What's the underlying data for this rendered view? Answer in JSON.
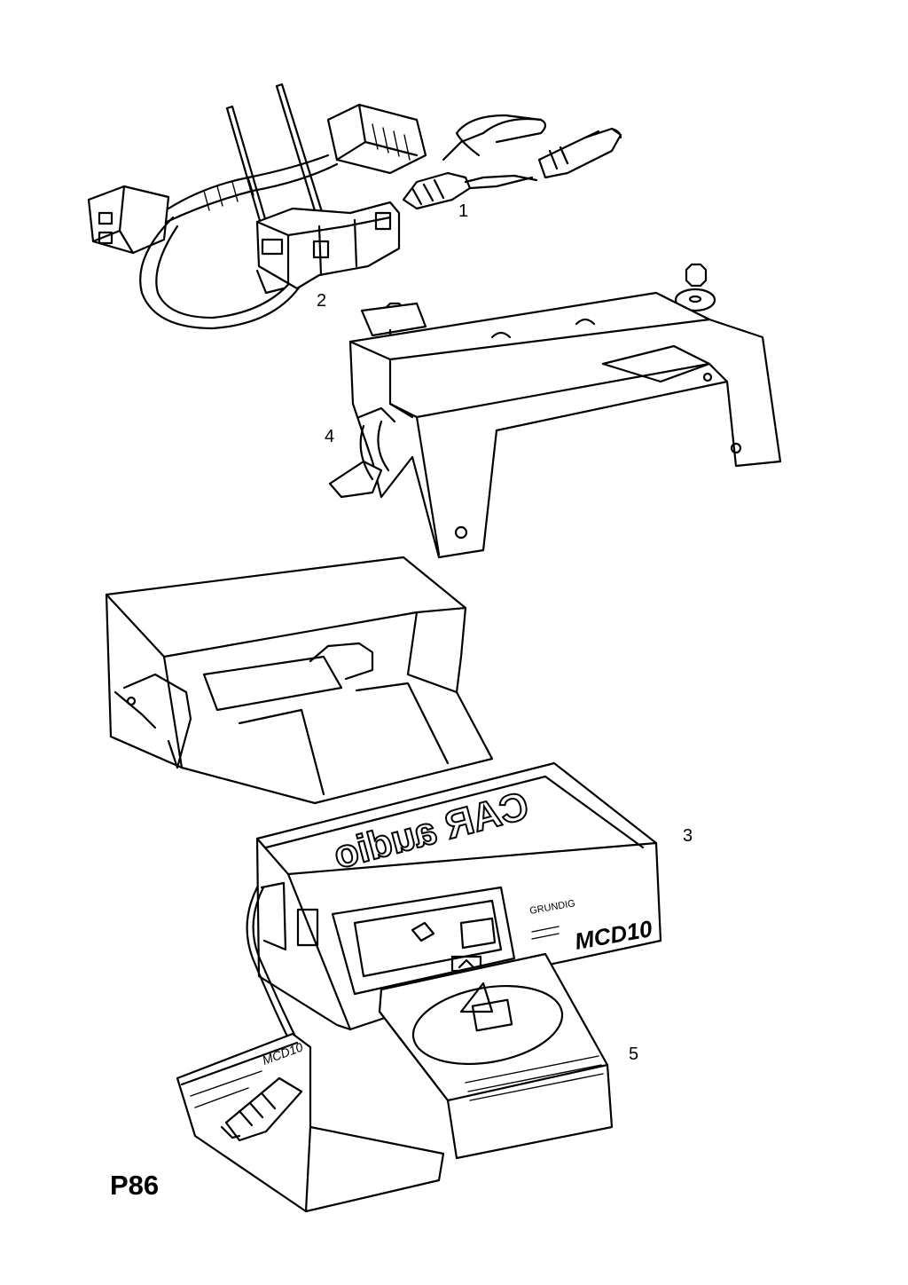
{
  "callouts": {
    "part_1": "1",
    "part_2": "2",
    "part_3": "3",
    "part_4": "4",
    "part_5": "5"
  },
  "page_code": "P86",
  "product_markings": {
    "top_lettering": "CAR audio",
    "brand": "GRUNDIG",
    "model": "MCD10",
    "manual_cover": "MCD10"
  },
  "colors": {
    "ink": "#000000",
    "paper": "#ffffff"
  }
}
